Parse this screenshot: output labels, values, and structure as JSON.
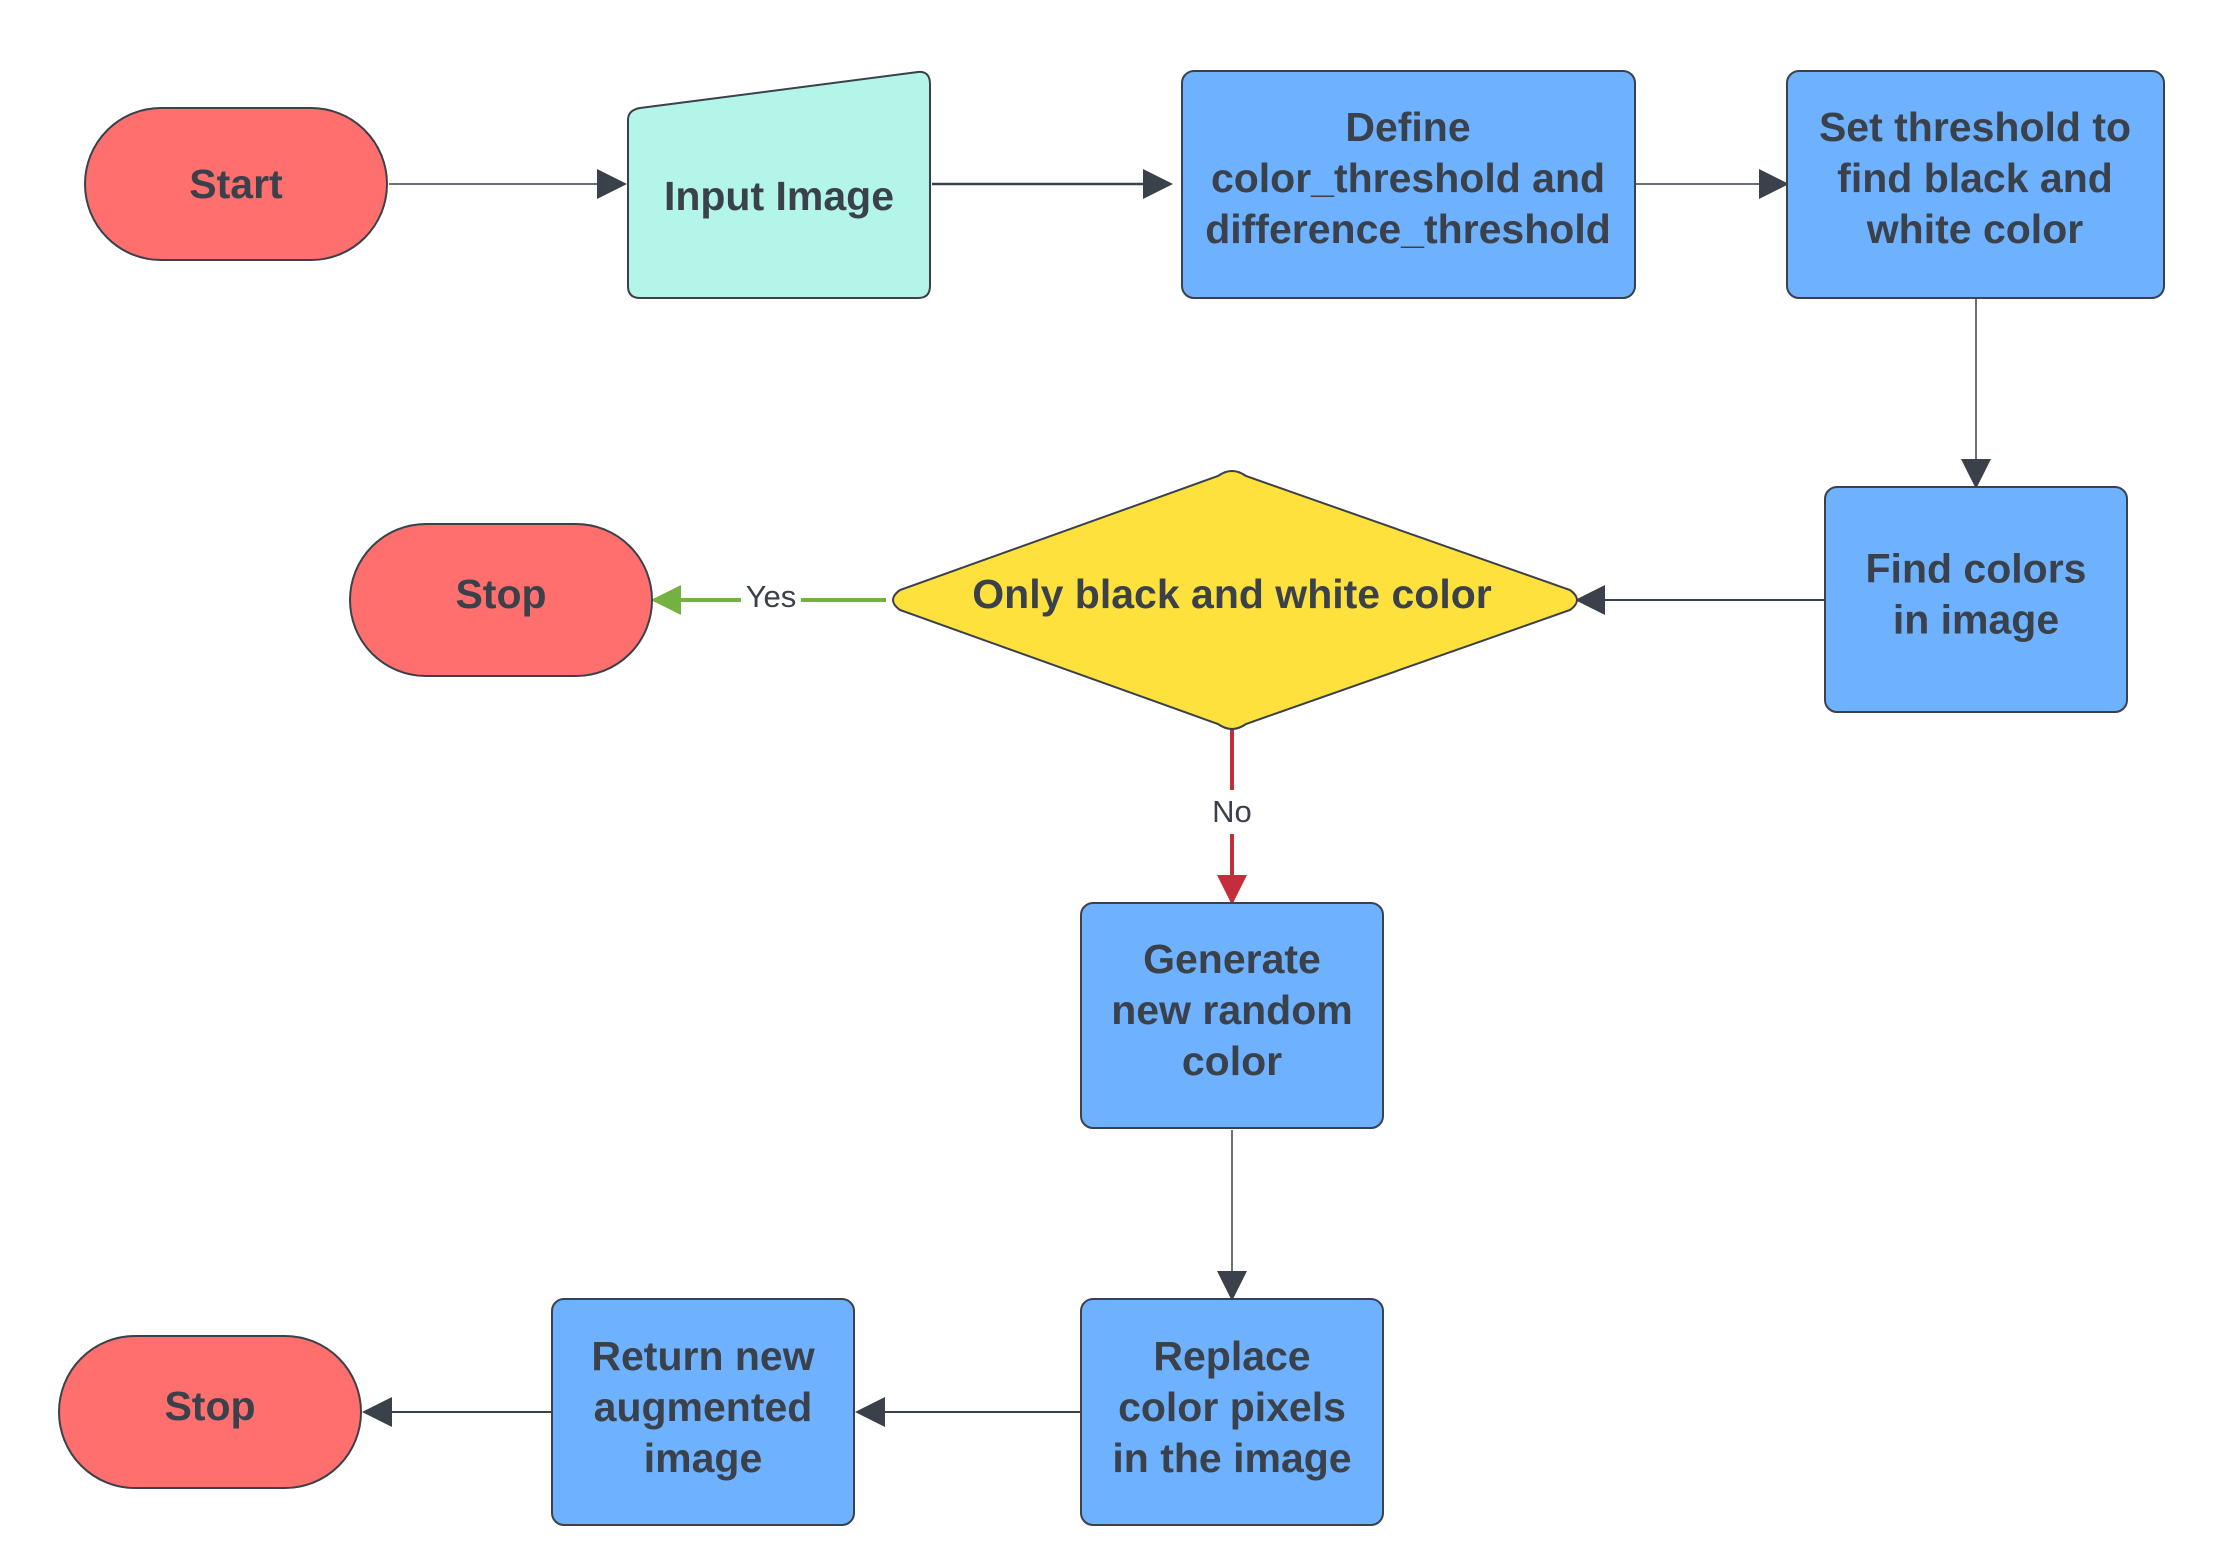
{
  "colors": {
    "terminal": "#ff6f6e",
    "process": "#6db1ff",
    "input": "#b4f5ea",
    "decision": "#ffe13e",
    "edge": "#3a414a",
    "yes_edge": "#73b140",
    "no_edge": "#c42e3a"
  },
  "nodes": {
    "start": {
      "lines": [
        "Start"
      ]
    },
    "input_image": {
      "lines": [
        "Input Image"
      ]
    },
    "define_thresholds": {
      "lines": [
        "Define",
        "color_threshold and",
        "difference_threshold"
      ]
    },
    "set_threshold": {
      "lines": [
        "Set threshold to",
        "find black and",
        "white color"
      ]
    },
    "find_colors": {
      "lines": [
        "Find colors",
        "in image"
      ]
    },
    "decision": {
      "lines": [
        "Only black and white color"
      ]
    },
    "stop_yes": {
      "lines": [
        "Stop"
      ]
    },
    "generate_color": {
      "lines": [
        "Generate",
        "new random",
        "color"
      ]
    },
    "replace_pixels": {
      "lines": [
        "Replace",
        "color pixels",
        "in the image"
      ]
    },
    "return_image": {
      "lines": [
        "Return new",
        "augmented",
        "image"
      ]
    },
    "stop_end": {
      "lines": [
        "Stop"
      ]
    }
  },
  "edges": {
    "yes_label": "Yes",
    "no_label": "No"
  }
}
